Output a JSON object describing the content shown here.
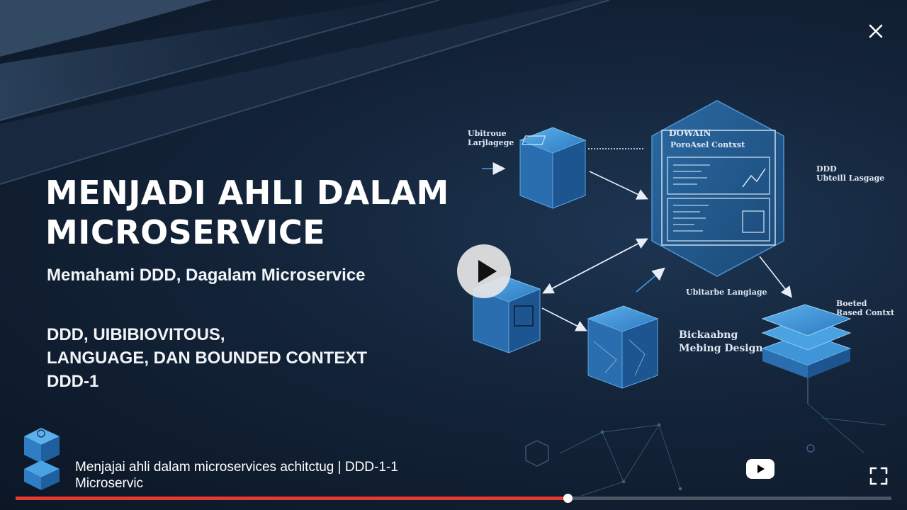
{
  "slide": {
    "title": "MENJADI AHLI DALAM\nMICROSERVICE",
    "subtitle": "Memahami DDD, Dagalam Microservice",
    "topics": "DDD,   UIBIBIOVITOUS,\nLANGUAGE, DAN BOUNDED CONTEXT\nDDD-1"
  },
  "diagram": {
    "label_top_left": "Ubitroue\nLarjlagege",
    "label_domain": "DOWAIN",
    "label_bounded": "PoroAsel Contxst",
    "label_right": "DDD\nUbteill Lasgage",
    "label_mid": "Ubitarbe Langiage",
    "label_design": "Bickaabng\nMebing Design",
    "label_bottom_right": "Boeted\nRased Contxt"
  },
  "video": {
    "title": "Menjajai ahli dalam microservices achitctug | DDD-1-1\nMicroservic",
    "progress": 0.63
  },
  "colors": {
    "accent": "#3a8fd6",
    "progress": "#e33b2e",
    "background": "#0f1a2a"
  },
  "icons": {
    "close": "close-icon",
    "play": "play-icon",
    "youtube": "youtube-logo-icon",
    "fullscreen": "fullscreen-icon",
    "logo": "cube-stack-logo-icon"
  }
}
